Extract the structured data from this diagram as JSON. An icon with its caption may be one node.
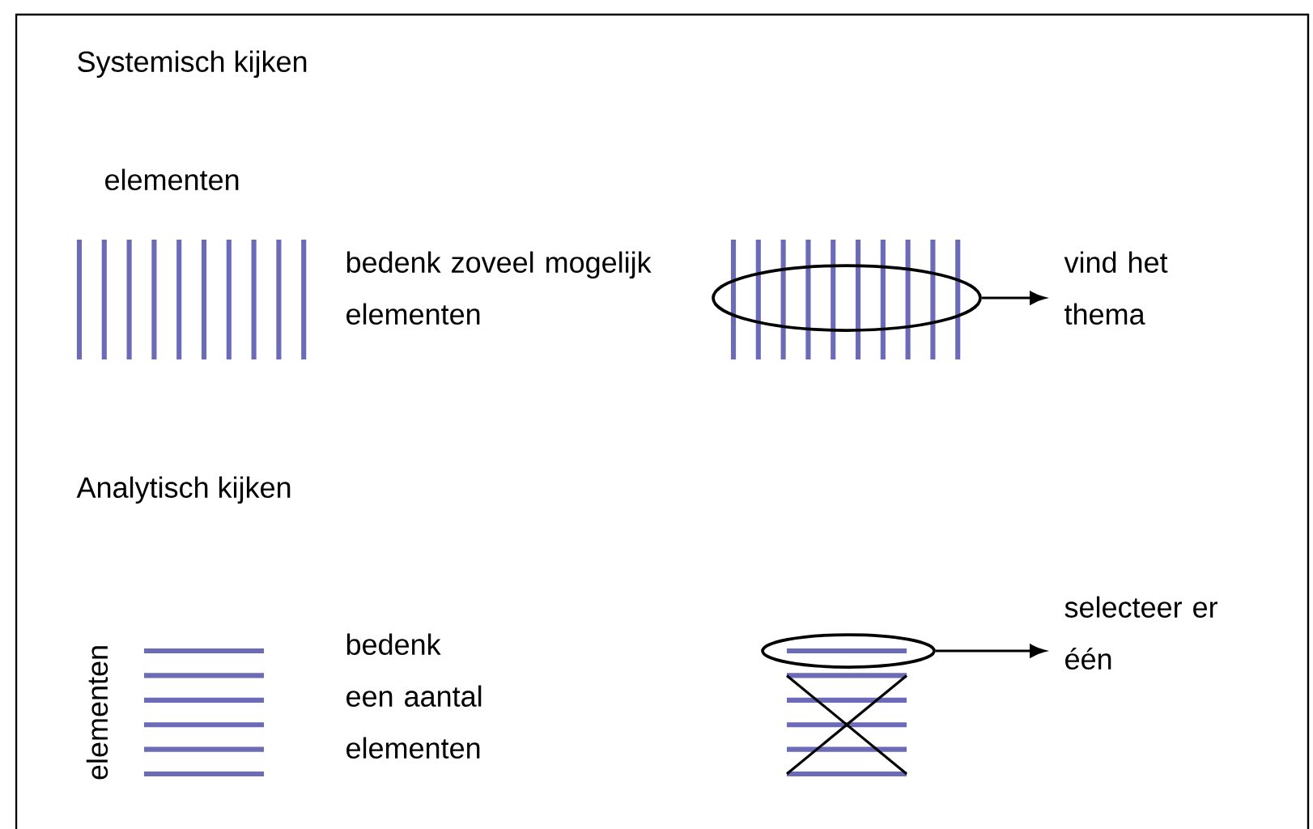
{
  "diagram": {
    "nodes": [
      {
        "text": [],
        "shape": "ellipse"
      },
      {
        "text": [
          "vind het thema"
        ]
      },
      {
        "text": [],
        "shape": "ellipse"
      },
      {
        "text": [
          "selecteer er één"
        ]
      }
    ],
    "edges": [
      {
        "from": 0,
        "to": 1,
        "arrow": "to"
      },
      {
        "from": 2,
        "to": 3,
        "arrow": "to"
      }
    ],
    "labels": [
      "Systemisch kijken",
      "elementen",
      "bedenk zoveel mogelijk elementen",
      "Analytisch kijken",
      "elementen",
      "bedenk een aantal elementen"
    ]
  }
}
